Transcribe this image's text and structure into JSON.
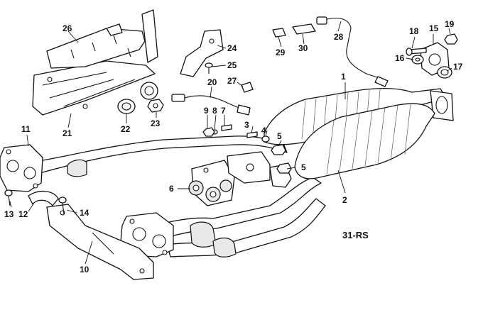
{
  "diagram": {
    "reference_code": "31-RS",
    "callout_numbers": [
      "1",
      "2",
      "3",
      "4",
      "5",
      "5",
      "6",
      "7",
      "8",
      "9",
      "10",
      "11",
      "12",
      "13",
      "14",
      "15",
      "16",
      "17",
      "18",
      "19",
      "20",
      "21",
      "22",
      "23",
      "24",
      "25",
      "26",
      "27",
      "28",
      "29",
      "30"
    ]
  },
  "colors": {
    "line": "#111111",
    "background": "#ffffff",
    "shade": "#e9e9e9"
  }
}
